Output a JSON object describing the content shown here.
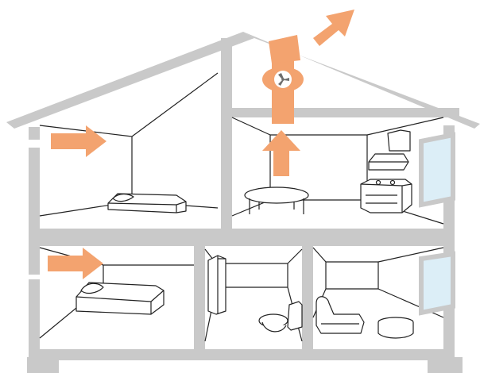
{
  "diagram": {
    "colors": {
      "structure": "#c9c9c9",
      "line": "#222222",
      "airflow": "#f3a36f",
      "window_glass": "#dceef7",
      "background": "#ffffff"
    },
    "rooms": [
      "attic",
      "upper-left-bedroom",
      "upper-right-kitchen",
      "lower-left-bedroom",
      "lower-middle-bathroom",
      "lower-right-living-room"
    ],
    "airflow_arrows": [
      "upper-left-inlet",
      "lower-left-inlet",
      "kitchen-up",
      "attic-riser",
      "roof-exhaust"
    ],
    "icons": [
      "exhaust-fan-icon"
    ]
  }
}
